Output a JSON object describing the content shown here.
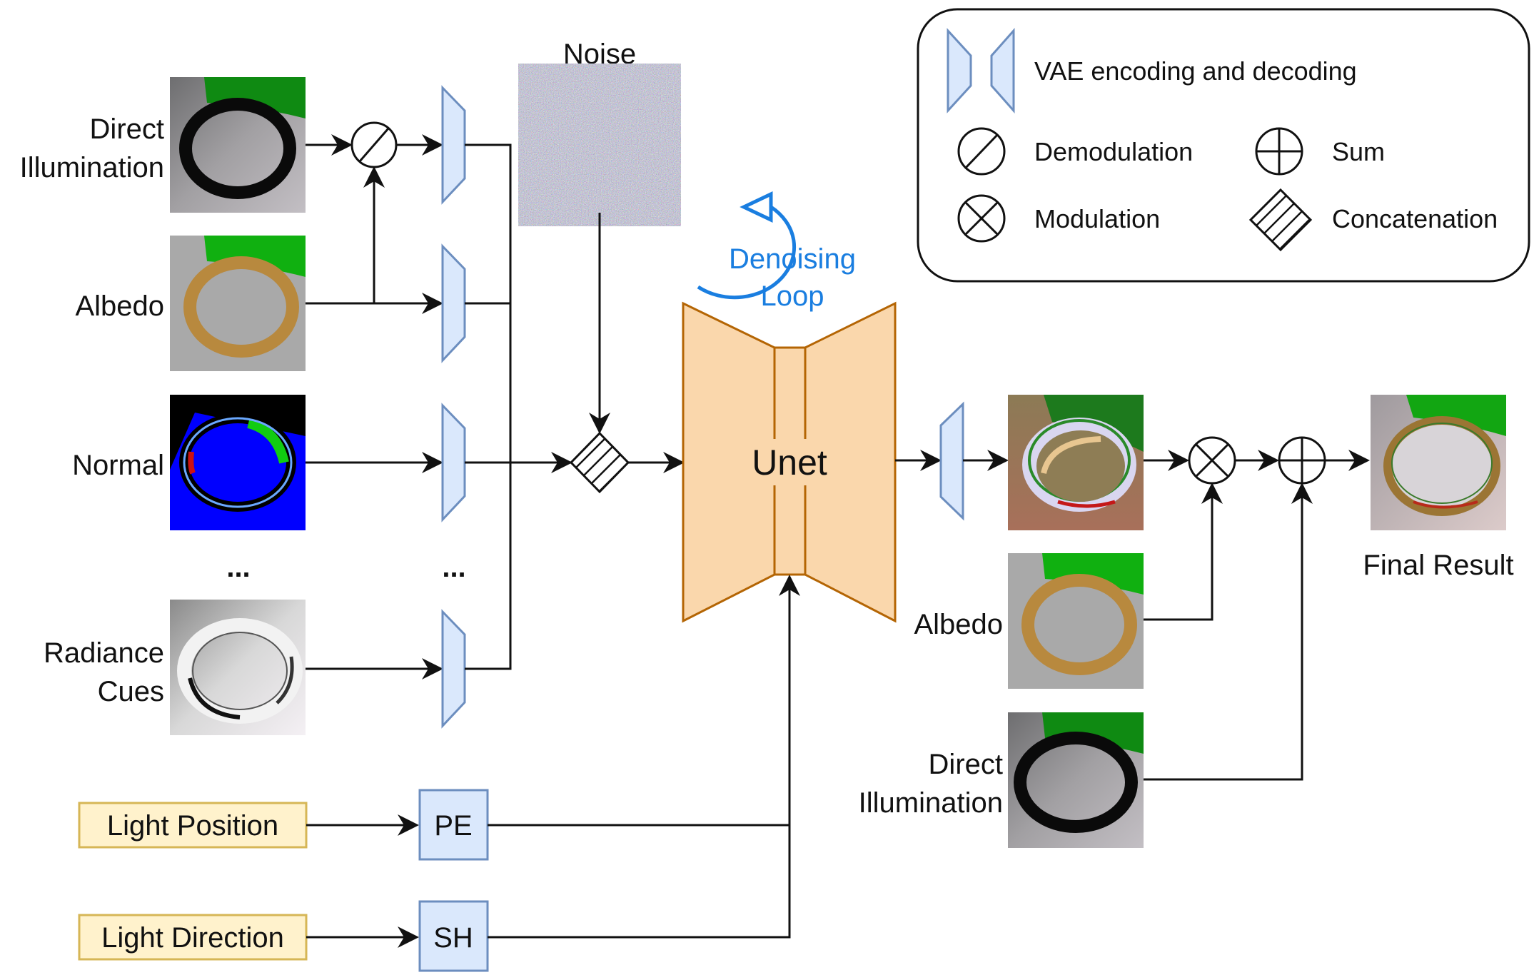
{
  "diagram": {
    "title": "Relighting pipeline with Unet denoising",
    "inputs": [
      {
        "label_lines": [
          "Direct",
          "Illumination"
        ],
        "image": "direct-illumination-ring"
      },
      {
        "label_lines": [
          "Albedo"
        ],
        "image": "albedo-ring"
      },
      {
        "label_lines": [
          "Normal"
        ],
        "image": "normal-ring"
      },
      {
        "label_lines": [
          "Radiance",
          "Cues"
        ],
        "image": "radiance-cues-ring"
      }
    ],
    "ellipsis": "...",
    "noise_label": "Noise",
    "loop_label_lines": [
      "Denoising",
      "Loop"
    ],
    "unet_label": "Unet",
    "conditions": [
      {
        "label": "Light Position",
        "encoder": "PE"
      },
      {
        "label": "Light Direction",
        "encoder": "SH"
      }
    ],
    "output_side": {
      "albedo_label": "Albedo",
      "direct_label_lines": [
        "Direct",
        "Illumination"
      ],
      "final_label": "Final Result"
    },
    "legend": {
      "items": [
        {
          "icon": "vae-trapezoid-icon",
          "label": "VAE encoding and decoding"
        },
        {
          "icon": "demodulation-icon",
          "label": "Demodulation"
        },
        {
          "icon": "sum-icon",
          "label": "Sum"
        },
        {
          "icon": "modulation-icon",
          "label": "Modulation"
        },
        {
          "icon": "concatenation-icon",
          "label": "Concatenation"
        }
      ]
    },
    "colors": {
      "vae_fill": "#dae8fc",
      "vae_stroke": "#6c8ebf",
      "unet_fill": "#fad7ac",
      "unet_stroke": "#b46504",
      "condition_fill": "#fff2cc",
      "condition_stroke": "#d6b656",
      "loop": "#1a7ee0"
    }
  }
}
